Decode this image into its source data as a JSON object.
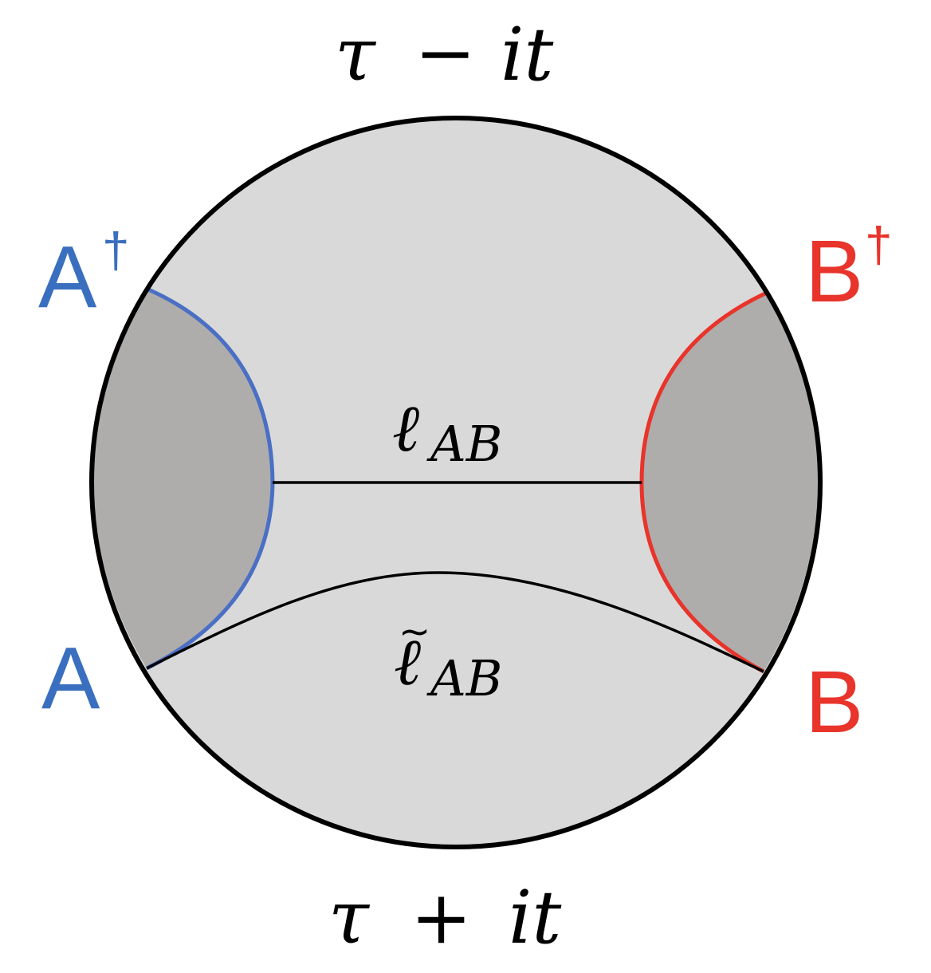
{
  "labels": {
    "top": {
      "tau": "τ",
      "op": "−",
      "rest": "it"
    },
    "bottom": {
      "tau": "τ",
      "op": "+",
      "rest": "it"
    },
    "a_dagger": {
      "base": "A",
      "sup": "†"
    },
    "a": "A",
    "b_dagger": {
      "base": "B",
      "sup": "†"
    },
    "b": "B",
    "ell": {
      "symbol": "ℓ",
      "sub": "AB"
    },
    "ell_tilde": {
      "symbol": "ℓ",
      "tilde": "~",
      "sub": "AB"
    }
  },
  "colors": {
    "disk_fill": "#d9d9d9",
    "region_fill": "#aeadac",
    "outline": "#000000",
    "blue": "#3a6fbf",
    "blue_curve": "#4a6fc4",
    "red": "#e8342b",
    "red_curve": "#e8342b"
  }
}
